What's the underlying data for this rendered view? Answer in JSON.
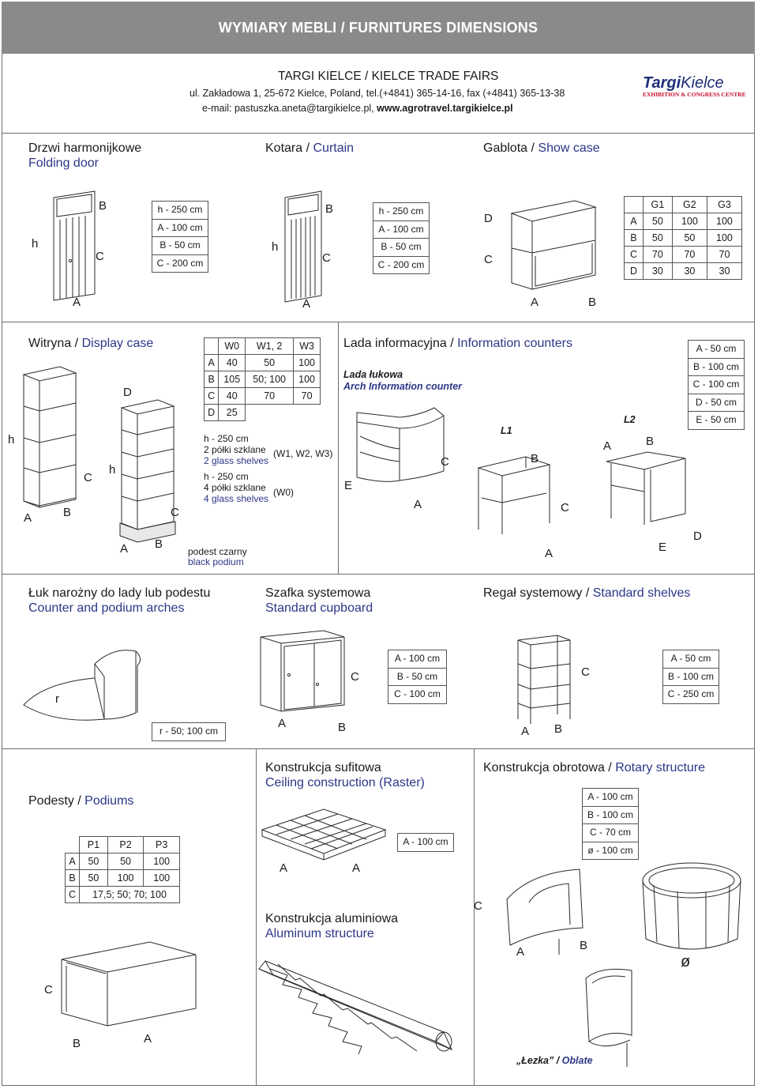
{
  "header": {
    "banner_title": "WYMIARY MEBLI / FURNITURES DIMENSIONS",
    "org_name": "TARGI KIELCE / KIELCE TRADE FAIRS",
    "address_line": "ul. Zakładowa 1, 25-672 Kielce, Poland, tel.(+4841) 365-14-16, fax (+4841) 365-13-38",
    "email_prefix": "e-mail: pastuszka.aneta@targikielce.pl, ",
    "website": "www.agrotravel.targikielce.pl",
    "logo_text_bold": "Targi",
    "logo_text_italic": "Kielce",
    "logo_subtitle": "EXHIBITION & CONGRESS CENTRE",
    "brand_blue": "#1e2f78",
    "brand_red": "#c8102e"
  },
  "folding_door": {
    "title_pl": "Drzwi harmonijkowe",
    "title_en": "Folding door",
    "labels": {
      "h": "h",
      "b": "B",
      "c": "C",
      "a": "A"
    },
    "specs": [
      "h - 250 cm",
      "A - 100 cm",
      "B - 50 cm",
      "C - 200 cm"
    ]
  },
  "curtain": {
    "title_pl": "Kotara",
    "title_en": "Curtain",
    "labels": {
      "h": "h",
      "b": "B",
      "c": "C",
      "a": "A"
    },
    "specs": [
      "h - 250 cm",
      "A - 100 cm",
      "B - 50 cm",
      "C - 200 cm"
    ]
  },
  "show_case": {
    "title_pl": "Gablota",
    "title_en": "Show case",
    "labels": {
      "d": "D",
      "c": "C",
      "a": "A",
      "b": "B"
    },
    "table": {
      "header": [
        "",
        "G1",
        "G2",
        "G3"
      ],
      "rows": [
        [
          "A",
          "50",
          "100",
          "100"
        ],
        [
          "B",
          "50",
          "50",
          "100"
        ],
        [
          "C",
          "70",
          "70",
          "70"
        ],
        [
          "D",
          "30",
          "30",
          "30"
        ]
      ]
    }
  },
  "display_case": {
    "title_pl": "Witryna",
    "title_en": "Display case",
    "labels": {
      "h1": "h",
      "c1": "C",
      "a1": "A",
      "b1": "B",
      "d2": "D",
      "h2": "h",
      "c2": "C",
      "a2": "A",
      "b2": "B"
    },
    "table": {
      "header": [
        "",
        "W0",
        "W1, 2",
        "W3"
      ],
      "rows": [
        [
          "A",
          "40",
          "50",
          "100"
        ],
        [
          "B",
          "105",
          "50; 100",
          "100"
        ],
        [
          "C",
          "40",
          "70",
          "70"
        ],
        [
          "D",
          "25",
          "",
          ""
        ]
      ]
    },
    "note1_h": "h - 250 cm",
    "note1_pl": "2 półki szklane",
    "note1_en": "2 glass shelves",
    "note1_ref": "(W1, W2, W3)",
    "note2_h": "h - 250 cm",
    "note2_pl": "4 półki szklane",
    "note2_en": "4 glass shelves",
    "note2_ref": "(W0)",
    "podium_pl": "podest czarny",
    "podium_en": "black podium"
  },
  "info_counters": {
    "title_pl": "Lada informacyjna",
    "title_en": "Information counters",
    "arch_pl": "Lada łukowa",
    "arch_en": "Arch Information counter",
    "labels": {
      "e1": "E",
      "a1": "A",
      "c1": "C",
      "l1": "L1",
      "b2": "B",
      "c2": "C",
      "a2": "A",
      "l2": "L2",
      "a3": "A",
      "b3": "B",
      "e3": "E",
      "d3": "D"
    },
    "specs": [
      "A - 50 cm",
      "B - 100 cm",
      "C - 100 cm",
      "D - 50 cm",
      "E - 50 cm"
    ]
  },
  "arches": {
    "title_pl": "Łuk narożny do lady lub podestu",
    "title_en": "Counter and podium arches",
    "labels": {
      "r": "r"
    },
    "spec": "r - 50; 100 cm"
  },
  "cupboard": {
    "title_pl": "Szafka systemowa",
    "title_en": "Standard cupboard",
    "labels": {
      "c": "C",
      "a": "A",
      "b": "B"
    },
    "specs": [
      "A - 100 cm",
      "B - 50 cm",
      "C - 100 cm"
    ]
  },
  "shelves": {
    "title_pl": "Regał systemowy",
    "title_en": "Standard shelves",
    "labels": {
      "c": "C",
      "a": "A",
      "b": "B"
    },
    "specs": [
      "A - 50 cm",
      "B - 100 cm",
      "C - 250 cm"
    ]
  },
  "podiums": {
    "title_pl": "Podesty",
    "title_en": "Podiums",
    "table": {
      "header": [
        "",
        "P1",
        "P2",
        "P3"
      ],
      "rows": [
        [
          "A",
          "50",
          "50",
          "100"
        ],
        [
          "B",
          "50",
          "100",
          "100"
        ],
        [
          "C",
          "17,5; 50; 70; 100",
          "",
          ""
        ]
      ]
    },
    "labels": {
      "c": "C",
      "b": "B",
      "a": "A"
    }
  },
  "ceiling": {
    "title_pl": "Konstrukcja sufitowa",
    "title_en": "Ceiling construction (Raster)",
    "labels": {
      "a1": "A",
      "a2": "A"
    },
    "spec": "A - 100 cm"
  },
  "aluminum": {
    "title_pl": "Konstrukcja aluminiowa",
    "title_en": "Aluminum structure"
  },
  "rotary": {
    "title_pl": "Konstrukcja obrotowa",
    "title_en": "Rotary structure",
    "labels": {
      "c": "C",
      "a": "A",
      "b": "B",
      "o": "ø"
    },
    "specs": [
      "A - 100 cm",
      "B - 100 cm",
      "C - 70 cm",
      "ø - 100 cm"
    ],
    "oblate_pl": "„Łezka”",
    "oblate_sep": " / ",
    "oblate_en": "Oblate"
  }
}
